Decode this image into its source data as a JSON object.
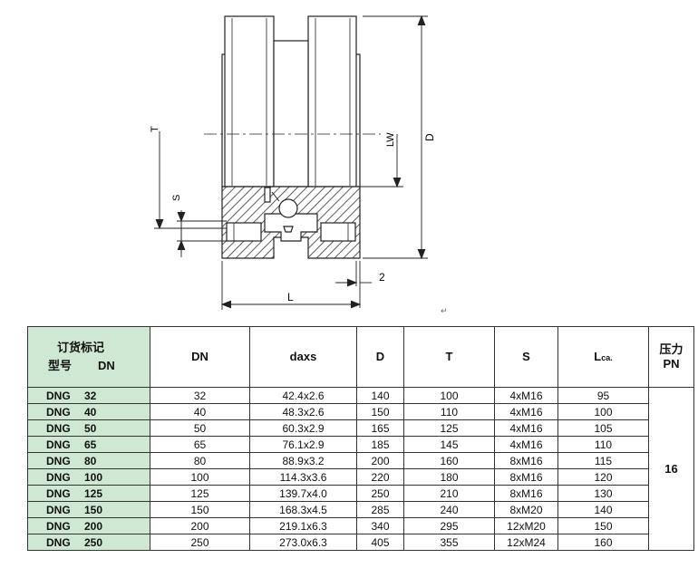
{
  "drawing": {
    "labels": {
      "T": "T",
      "LW": "LW",
      "D": "D",
      "S": "S",
      "two": "2",
      "L": "L"
    },
    "return_mark": "↵"
  },
  "table": {
    "header": {
      "order_line1": "订货标记",
      "order_line2a": "型号",
      "order_line2b": "DN",
      "dn": "DN",
      "daxs": "daxs",
      "d": "D",
      "t": "T",
      "s": "S",
      "l_main": "L",
      "l_sub": "ca.",
      "pn_line1": "压力",
      "pn_line2": "PN"
    },
    "pn_value": "16",
    "rows": [
      {
        "type": "DNG",
        "size": "32",
        "dn": "32",
        "daxs": "42.4x2.6",
        "D": "140",
        "T": "100",
        "S": "4xM16",
        "L": "95"
      },
      {
        "type": "DNG",
        "size": "40",
        "dn": "40",
        "daxs": "48.3x2.6",
        "D": "150",
        "T": "110",
        "S": "4xM16",
        "L": "100"
      },
      {
        "type": "DNG",
        "size": "50",
        "dn": "50",
        "daxs": "60.3x2.9",
        "D": "165",
        "T": "125",
        "S": "4xM16",
        "L": "105"
      },
      {
        "type": "DNG",
        "size": "65",
        "dn": "65",
        "daxs": "76.1x2.9",
        "D": "185",
        "T": "145",
        "S": "4xM16",
        "L": "110"
      },
      {
        "type": "DNG",
        "size": "80",
        "dn": "80",
        "daxs": "88.9x3.2",
        "D": "200",
        "T": "160",
        "S": "8xM16",
        "L": "115"
      },
      {
        "type": "DNG",
        "size": "100",
        "dn": "100",
        "daxs": "114.3x3.6",
        "D": "220",
        "T": "180",
        "S": "8xM16",
        "L": "120"
      },
      {
        "type": "DNG",
        "size": "125",
        "dn": "125",
        "daxs": "139.7x4.0",
        "D": "250",
        "T": "210",
        "S": "8xM16",
        "L": "130"
      },
      {
        "type": "DNG",
        "size": "150",
        "dn": "150",
        "daxs": "168.3x4.5",
        "D": "285",
        "T": "240",
        "S": "8xM20",
        "L": "140"
      },
      {
        "type": "DNG",
        "size": "200",
        "dn": "200",
        "daxs": "219.1x6.3",
        "D": "340",
        "T": "295",
        "S": "12xM20",
        "L": "150"
      },
      {
        "type": "DNG",
        "size": "250",
        "dn": "250",
        "daxs": "273.0x6.3",
        "D": "405",
        "T": "355",
        "S": "12xM24",
        "L": "160"
      }
    ]
  }
}
